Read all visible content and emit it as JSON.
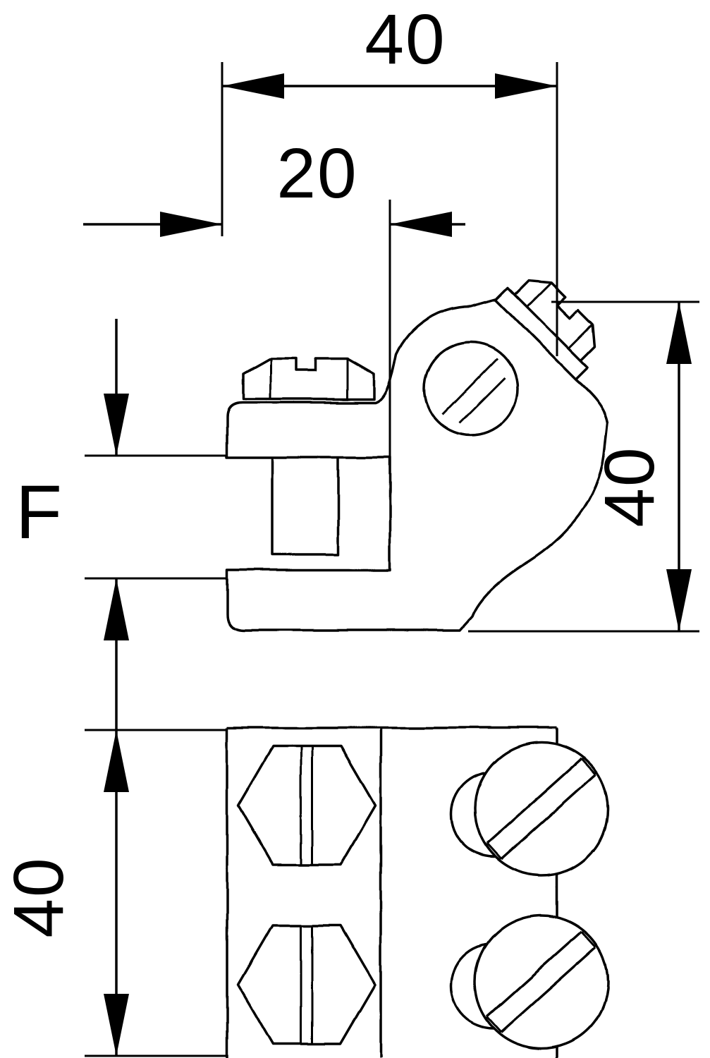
{
  "labels": {
    "dim_top_width": "40",
    "dim_inner_width": "20",
    "dim_clamp_range": "F",
    "dim_side_height": "40",
    "dim_bottom_height": "40"
  },
  "colors": {
    "line": "#000000",
    "background": "#ffffff"
  }
}
